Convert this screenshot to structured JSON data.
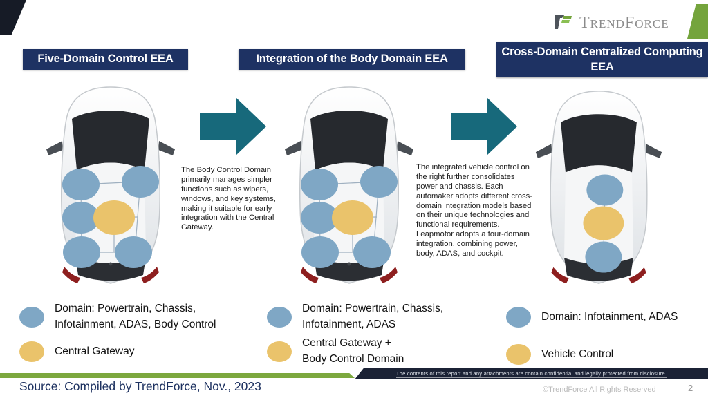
{
  "header": {
    "brand": "TrendForce",
    "stage_titles": [
      "Five-Domain Control EEA",
      "Integration of the Body Domain EEA",
      "Cross-Domain Centralized Computing EEA"
    ]
  },
  "annotations": [
    {
      "text": "The Body Control Domain primarily manages simpler functions such as wipers, windows, and key systems, making it suitable for early integration with the Central Gateway."
    },
    {
      "text": "The integrated vehicle control on the right further consolidates power and chassis. Each automaker adopts different cross-domain integration models based on their unique technologies and functional requirements. Leapmotor adopts a four-domain integration, combining power, body, ADAS, and cockpit."
    }
  ],
  "legends": [
    {
      "items": [
        {
          "color": "#7fa7c5",
          "label": "Domain: Powertrain, Chassis,\nInfotainment, ADAS, Body Control"
        },
        {
          "color": "#eac36b",
          "label": "Central Gateway"
        }
      ]
    },
    {
      "items": [
        {
          "color": "#7fa7c5",
          "label": "Domain: Powertrain, Chassis,\nInfotainment, ADAS"
        },
        {
          "color": "#eac36b",
          "label": "Central Gateway +\nBody Control Domain"
        }
      ]
    },
    {
      "items": [
        {
          "color": "#7fa7c5",
          "label": "Domain: Infotainment, ADAS"
        },
        {
          "color": "#eac36b",
          "label": "Vehicle Control"
        }
      ]
    }
  ],
  "footer": {
    "confidential": "The contents of this report and any attachments are contain confidential and legally protected from disclosure.",
    "source": "Source: Compiled by TrendForce, Nov., 2023",
    "copyright": "©TrendForce All Rights Reserved",
    "page": "2"
  },
  "colors": {
    "title_navy": "#1e3263",
    "arrow_teal": "#17697b",
    "domain_blue": "#7fa7c5",
    "gateway_yellow": "#eac36b",
    "brand_green": "#74a43c"
  }
}
